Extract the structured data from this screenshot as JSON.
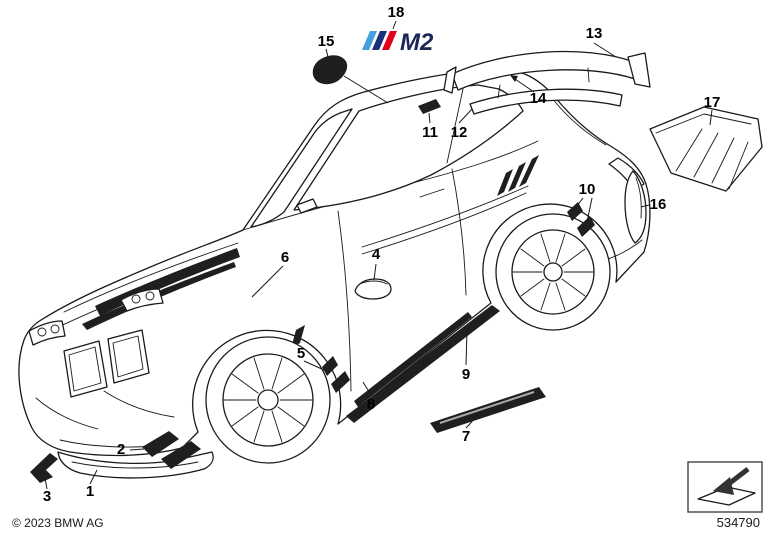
{
  "diagram": {
    "copyright": "© 2023 BMW AG",
    "diagram_number": "534790",
    "callout_labels": [
      "1",
      "2",
      "3",
      "4",
      "5",
      "6",
      "7",
      "8",
      "9",
      "10",
      "11",
      "12",
      "13",
      "14",
      "15",
      "16",
      "17",
      "18"
    ],
    "logo": {
      "text": "M2",
      "stripe_colors": [
        "#44A0DC",
        "#1B2F7A",
        "#E2001A"
      ],
      "text_color": "#1B2556"
    }
  }
}
